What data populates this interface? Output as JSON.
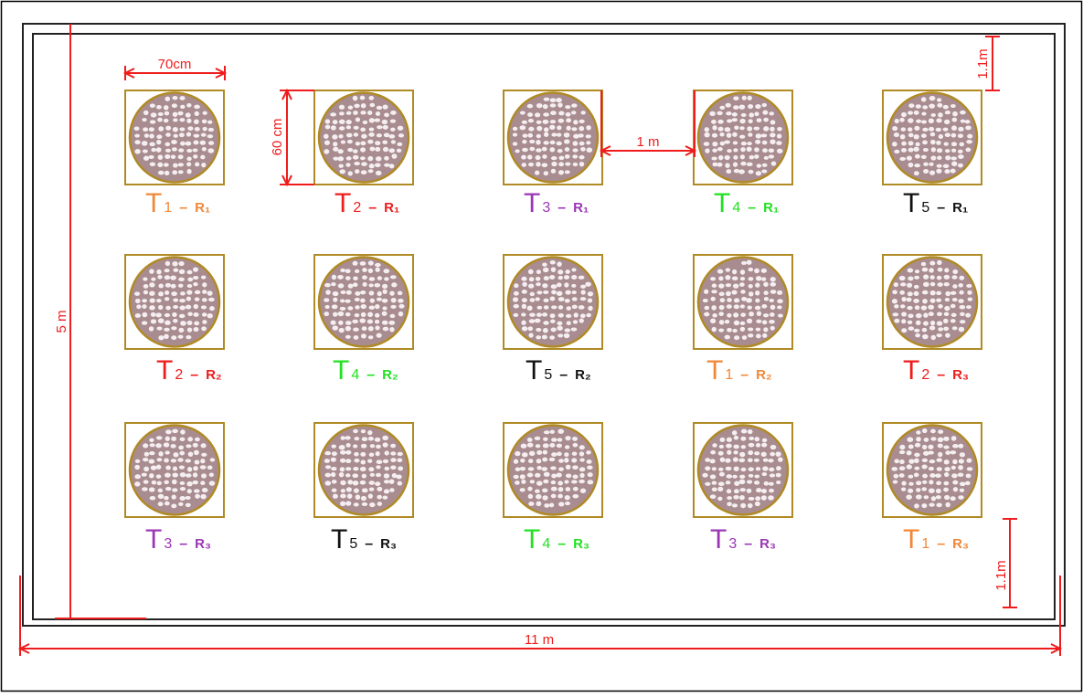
{
  "diagram": {
    "dimensions": {
      "plot_width": "70cm",
      "plot_height": "60 cm",
      "spacing": "1 m",
      "margin_top": "1.1m",
      "margin_bottom": "1.1m",
      "field_height": "5 m",
      "field_width": "11 m"
    },
    "rows": [
      [
        {
          "t": "1",
          "r": "R₁",
          "color": "#f0883a"
        },
        {
          "t": "2",
          "r": "R₁",
          "color": "#ee1c1c"
        },
        {
          "t": "3",
          "r": "R₁",
          "color": "#9b36b5"
        },
        {
          "t": "4",
          "r": "R₁",
          "color": "#22e022"
        },
        {
          "t": "5",
          "r": "R₁",
          "color": "#111111"
        }
      ],
      [
        {
          "t": "2",
          "r": "R₂",
          "color": "#ee1c1c"
        },
        {
          "t": "4",
          "r": "R₂",
          "color": "#22e022"
        },
        {
          "t": "5",
          "r": "R₂",
          "color": "#111111"
        },
        {
          "t": "1",
          "r": "R₂",
          "color": "#f0883a"
        },
        {
          "t": "2",
          "r": "R₃",
          "color": "#ee1c1c"
        }
      ],
      [
        {
          "t": "3",
          "r": "R₃",
          "color": "#9b36b5"
        },
        {
          "t": "5",
          "r": "R₃",
          "color": "#111111"
        },
        {
          "t": "4",
          "r": "R₃",
          "color": "#22e022"
        },
        {
          "t": "3",
          "r": "R₃",
          "color": "#9b36b5"
        },
        {
          "t": "1",
          "r": "R₃",
          "color": "#f0883a"
        }
      ]
    ]
  },
  "colors": {
    "dimension": "#ee1c1c",
    "plot_frame": "#b08a24",
    "border": "#222222",
    "fill": "#a88c90",
    "pebble": "#f5eef0"
  }
}
